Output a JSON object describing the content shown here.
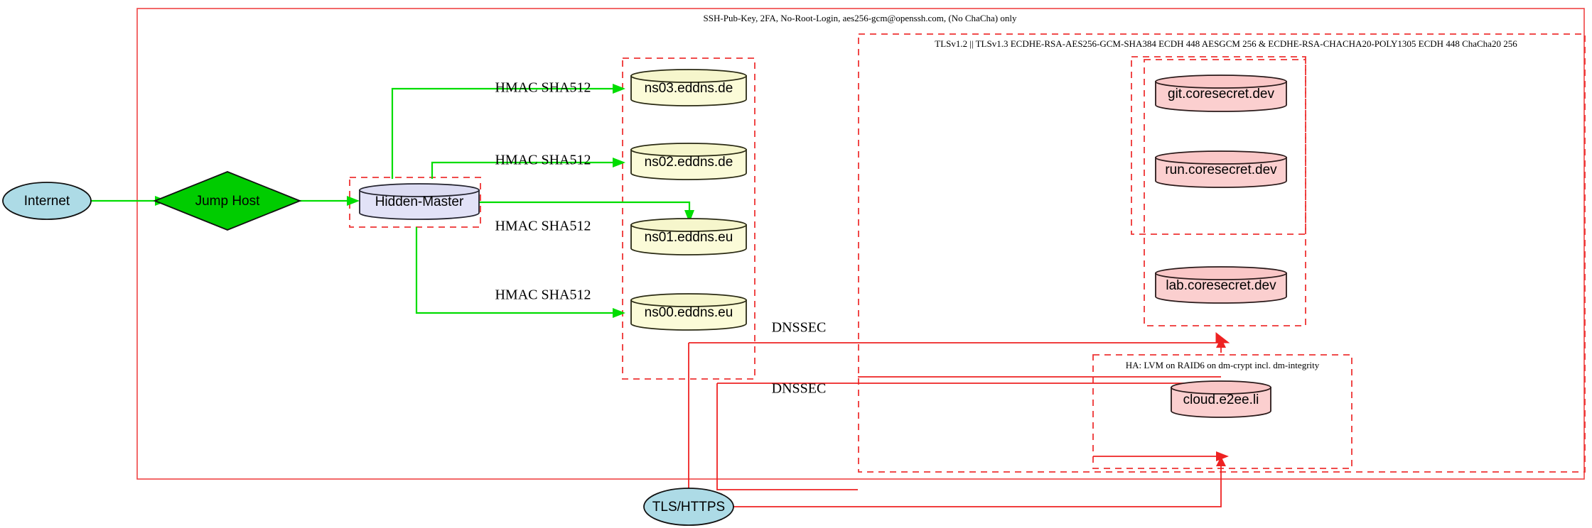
{
  "diagram": {
    "title_label": "SSH-Pub-Key, 2FA, No-Root-Login, aes256-gcm@openssh.com, (No ChaCha) only",
    "tls_cluster_label": "TLSv1.2 || TLSv1.3 ECDHE-RSA-AES256-GCM-SHA384 ECDH 448 AESGCM 256 & ECDHE-RSA-CHACHA20-POLY1305 ECDH 448 ChaCha20 256",
    "ha_cluster_label": "HA: LVM on RAID6 on dm-crypt incl. dm-integrity"
  },
  "nodes": {
    "internet": {
      "label": "Internet",
      "shape": "ellipse",
      "fill": "#addbe6"
    },
    "jump_host": {
      "label": "Jump Host",
      "shape": "diamond",
      "fill": "#00cc00"
    },
    "hidden_master": {
      "label": "Hidden-Master",
      "shape": "cylinder",
      "fill": "#e2e2f7"
    },
    "tls_https": {
      "label": "TLS/HTTPS",
      "shape": "ellipse",
      "fill": "#addbe6"
    },
    "dns": [
      {
        "label": "ns03.eddns.de",
        "shape": "cylinder",
        "fill": "#fbfbd8"
      },
      {
        "label": "ns02.eddns.de",
        "shape": "cylinder",
        "fill": "#fbfbd8"
      },
      {
        "label": "ns01.eddns.eu",
        "shape": "cylinder",
        "fill": "#fbfbd8"
      },
      {
        "label": "ns00.eddns.eu",
        "shape": "cylinder",
        "fill": "#fbfbd8"
      }
    ],
    "services": [
      {
        "label": "git.coresecret.dev",
        "shape": "cylinder",
        "fill": "#fbcfcf"
      },
      {
        "label": "run.coresecret.dev",
        "shape": "cylinder",
        "fill": "#fbcfcf"
      },
      {
        "label": "lab.coresecret.dev",
        "shape": "cylinder",
        "fill": "#fbcfcf"
      },
      {
        "label": "cloud.e2ee.li",
        "shape": "cylinder",
        "fill": "#fbcfcf"
      }
    ]
  },
  "edge_labels": {
    "hmac": [
      "HMAC SHA512",
      "HMAC SHA512",
      "HMAC SHA512",
      "HMAC SHA512"
    ],
    "dnssec": [
      "DNSSEC",
      "DNSSEC"
    ]
  },
  "colors": {
    "edge_green": "#00dd00",
    "edge_red": "#ee2222",
    "cluster_red": "#ee3333",
    "dns_fill": "#fbfbd8",
    "master_fill": "#e2e2f7",
    "service_fill": "#fbcfcf",
    "net_fill": "#addbe6",
    "jump_fill": "#00cc00"
  }
}
